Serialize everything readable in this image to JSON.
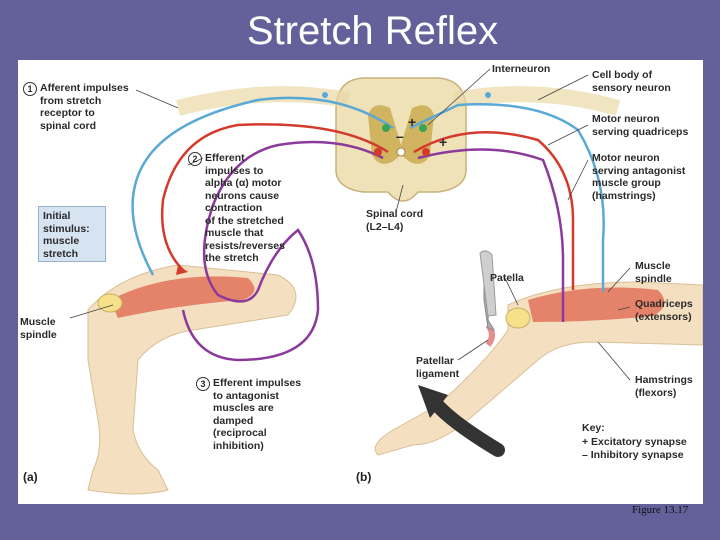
{
  "title": "Stretch Reflex",
  "figure_caption": "Figure 13.17",
  "labels": {
    "step1_num": "1",
    "step1": "Afferent impulses\nfrom stretch\nreceptor to\nspinal cord",
    "step2_num": "2",
    "step2": "Efferent\nimpulses to\nalpha (α) motor\nneurons cause\ncontraction\nof the stretched\nmuscle that\nresists/reverses\nthe stretch",
    "step3_num": "3",
    "step3": "Efferent impulses\nto antagonist\nmuscles are\ndamped\n(reciprocal\ninhibition)",
    "initial_stimulus": "Initial\nstimulus:\nmuscle\nstretch",
    "muscle_spindle_a": "Muscle\nspindle",
    "interneuron": "Interneuron",
    "cell_body": "Cell body of\nsensory neuron",
    "motor_quad": "Motor neuron\nserving quadriceps",
    "motor_antag": "Motor neuron\nserving antagonist\nmuscle group\n(hamstrings)",
    "spinal_cord": "Spinal cord\n(L2–L4)",
    "patella": "Patella",
    "muscle_spindle_b": "Muscle\nspindle",
    "quadriceps": "Quadriceps\n(extensors)",
    "patellar_ligament": "Patellar\nligament",
    "hamstrings": "Hamstrings\n(flexors)",
    "key_title": "Key:",
    "key_excitatory": "+  Excitatory synapse",
    "key_inhibitory": "–  Inhibitory synapse",
    "part_a": "(a)",
    "part_b": "(b)",
    "plus1": "+",
    "plus2": "+",
    "minus": "–"
  },
  "colors": {
    "background": "#64609a",
    "afferent": "#5aa8d6",
    "efferent": "#d43b2c",
    "antagonist": "#8b3a9c",
    "interneuron": "#3aa356",
    "skin": "#f4dfc0",
    "muscle": "#e2735a",
    "cord": "#e9d9a6"
  },
  "icons": [
    "hammer-icon",
    "motion-arrow-icon"
  ]
}
